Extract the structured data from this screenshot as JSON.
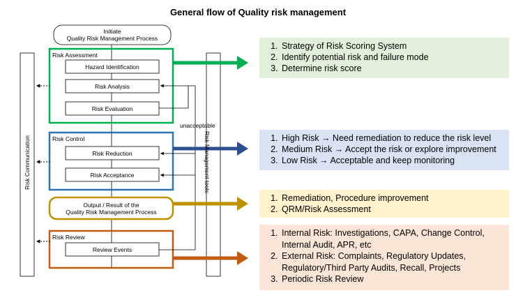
{
  "title": "General flow of Quality risk management",
  "initiate": "Initiate\nQuality Risk Management Process",
  "side_left": "Risk Communication",
  "side_right": "Risk Management tools",
  "unacceptable": "unacceptable",
  "stages": {
    "assessment": {
      "title": "Risk Assessment",
      "steps": [
        "Hazard Identification",
        "Risk Analysis",
        "Risk Evaluation"
      ],
      "color": "#00b050"
    },
    "control": {
      "title": "Risk Control",
      "steps": [
        "Risk Reduction",
        "Risk Acceptance"
      ],
      "color": "#2e75b6"
    },
    "output": {
      "label": "Output / Result of the\nQuality Risk Management Process",
      "color": "#bf9000"
    },
    "review": {
      "title": "Risk Review",
      "steps": [
        "Review Events"
      ],
      "color": "#c55a11"
    }
  },
  "notes": {
    "assessment": [
      "Strategy of Risk Scoring System",
      "Identify potential risk and failure mode",
      "Determine risk score"
    ],
    "control": [
      "High Risk → Need remediation to reduce the risk level",
      "Medium Risk → Accept the risk or explore improvement",
      "Low Risk → Acceptable and keep monitoring"
    ],
    "output": [
      "Remediation, Procedure improvement",
      "QRM/Risk Assessment"
    ],
    "review": [
      "Internal Risk: Investigations, CAPA, Change Control, Internal Audit, APR, etc",
      "External Risk: Complaints, Regulatory Updates, Regulatory/Third Party Audits, Recall, Projects",
      "Periodic Risk Review"
    ]
  }
}
